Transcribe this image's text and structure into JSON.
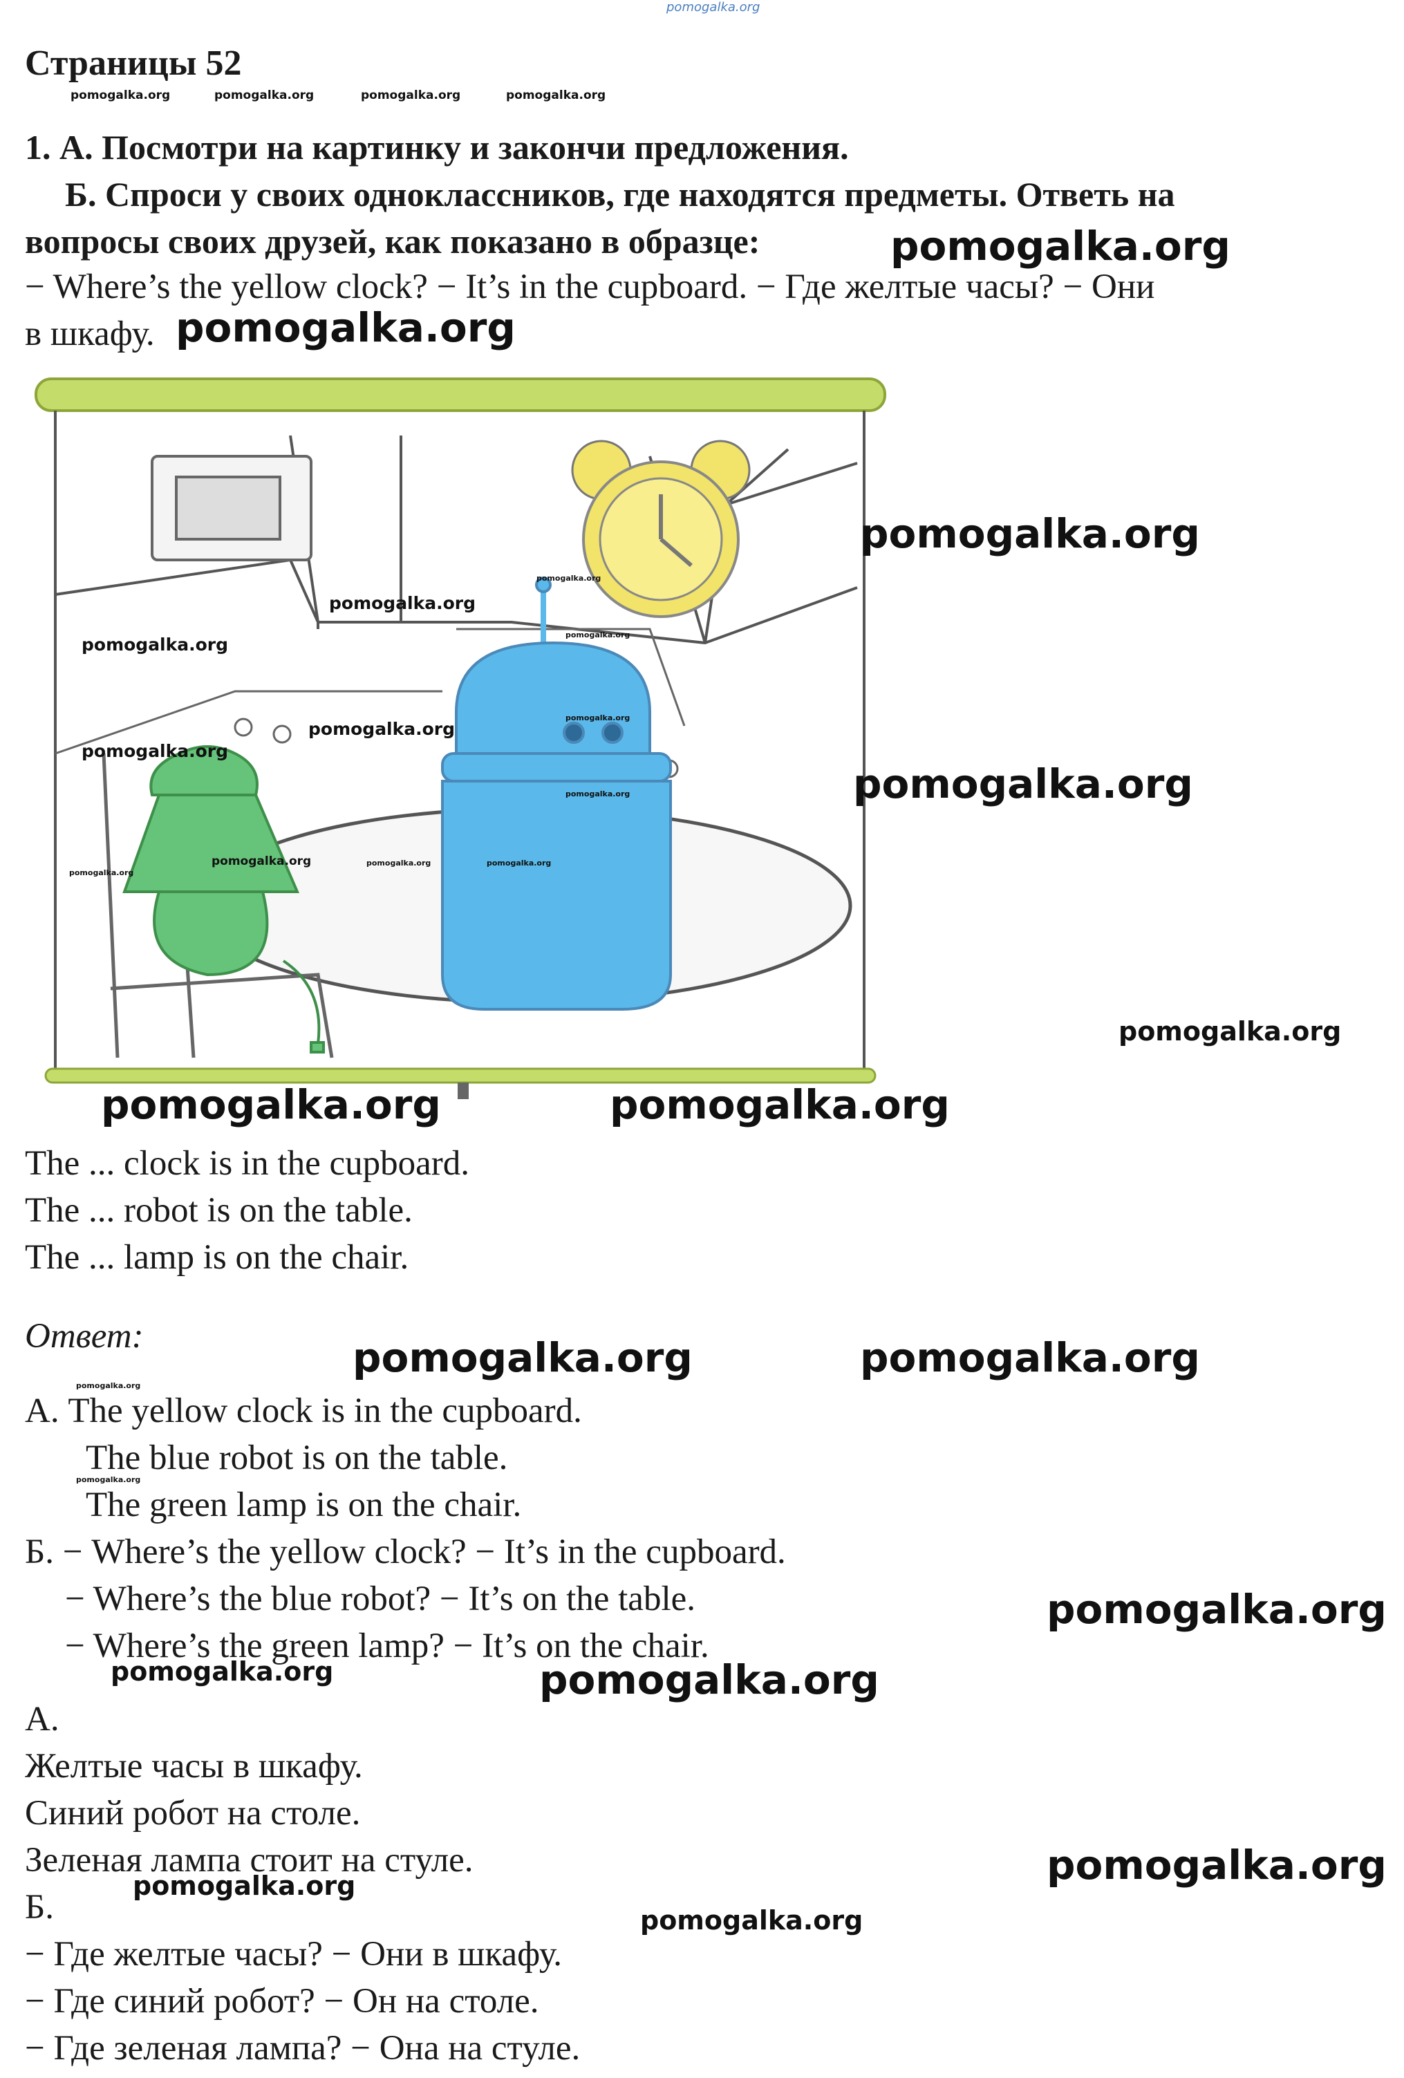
{
  "header": {
    "top_watermark": "pomogalka.org",
    "page_title": "Страницы 52"
  },
  "exercise": {
    "task_a": "1. А. Посмотри на картинку и закончи предложения.",
    "task_b_line1": "Б. Спроси у своих одноклассников, где находятся предметы. Ответь на",
    "task_b_line2": "вопросы своих друзей, как показано в образце:",
    "example_line1": "− Where’s the yellow clock? − It’s in the cupboard.   − Где желтые часы? − Они",
    "example_line2": "в шкафу."
  },
  "sentences": [
    "The ... clock is in the cupboard.",
    "The ... robot is on the table.",
    "The ... lamp is on the chair."
  ],
  "answer": {
    "label": "Ответ:",
    "part_a_en": [
      "А. The yellow clock is in the cupboard.",
      "The blue robot is on the table.",
      "The green lamp is on the chair."
    ],
    "part_b_en": [
      "Б. − Where’s the yellow clock? − It’s in the cupboard.",
      "− Where’s the blue robot? − It’s on the table.",
      "− Where’s the green lamp? − It’s on the chair."
    ],
    "part_a_label": "А.",
    "part_a_ru": [
      "Желтые часы в шкафу.",
      "Синий робот на столе.",
      "Зеленая лампа стоит на стуле."
    ],
    "part_b_label": "Б.",
    "part_b_ru": [
      "− Где желтые часы? − Они в шкафу.",
      "− Где синий робот? − Он на столе.",
      "− Где зеленая лампа? − Она на стуле."
    ]
  },
  "watermark": "pomogalka.org",
  "colors": {
    "clock": "#f2e36a",
    "robot": "#5ab8ea",
    "lamp": "#66c37a",
    "frame_bar": "#c4dd6a"
  }
}
